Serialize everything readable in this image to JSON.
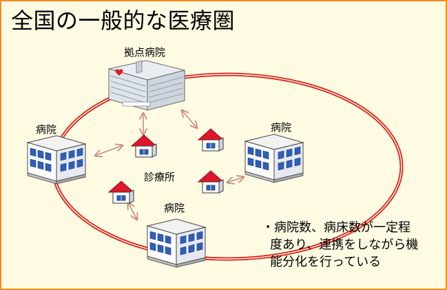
{
  "title": "全国の一般的な医療圏",
  "labels": {
    "hub_hospital": "拠点病院",
    "hospital_left": "病院",
    "hospital_right": "病院",
    "hospital_bottom": "病院",
    "clinics": "診療所"
  },
  "note": {
    "line1": "・病院数、病床数が一定程",
    "line2": "度あり、連携をしながら機",
    "line3": "能分化を行っている"
  },
  "colors": {
    "border": "#f28c1e",
    "background": "#fffbe3",
    "ring": "#d9231d",
    "roof": "#e0162b",
    "arrow": "#c98b80",
    "building_blue": "#2f5fb8"
  }
}
